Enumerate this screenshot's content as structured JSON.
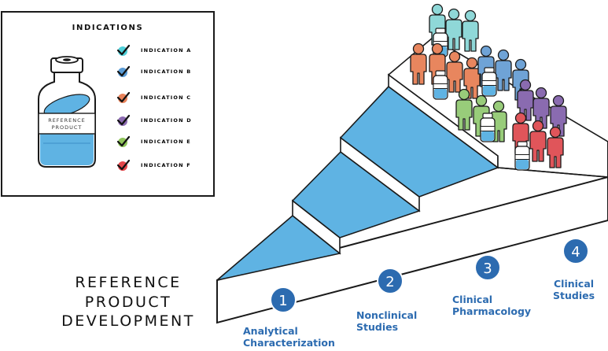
{
  "panel": {
    "title": "INDICATIONS",
    "vial_label_line1": "REFERENCE",
    "vial_label_line2": "PRODUCT",
    "indications": [
      {
        "label": "INDICATION A",
        "color": "#4fcfd8"
      },
      {
        "label": "INDICATION B",
        "color": "#5a9bd5"
      },
      {
        "label": "INDICATION C",
        "color": "#e8825a"
      },
      {
        "label": "INDICATION D",
        "color": "#8c6bb1"
      },
      {
        "label": "INDICATION E",
        "color": "#8fc45a"
      },
      {
        "label": "INDICATION F",
        "color": "#e2474b"
      }
    ]
  },
  "title": {
    "line1": "REFERENCE",
    "line2": "PRODUCT",
    "line3": "DEVELOPMENT"
  },
  "steps": [
    {
      "number": "1",
      "line1": "Analytical",
      "line2": "Characterization"
    },
    {
      "number": "2",
      "line1": "Nonclinical",
      "line2": "Studies"
    },
    {
      "number": "3",
      "line1": "Clinical",
      "line2": "Pharmacology"
    },
    {
      "number": "4",
      "line1": "Clinical",
      "line2": "Studies"
    }
  ],
  "colors": {
    "step_blue": "#5fb3e3",
    "badge_blue": "#2c6bb0",
    "outline": "#1a1a1a",
    "people_teal": "#8fd8d8",
    "people_orange": "#e8865e",
    "people_blue": "#6fa3d6",
    "people_purple": "#8a6bb0",
    "people_green": "#98cc7a",
    "people_red": "#e0555a"
  }
}
